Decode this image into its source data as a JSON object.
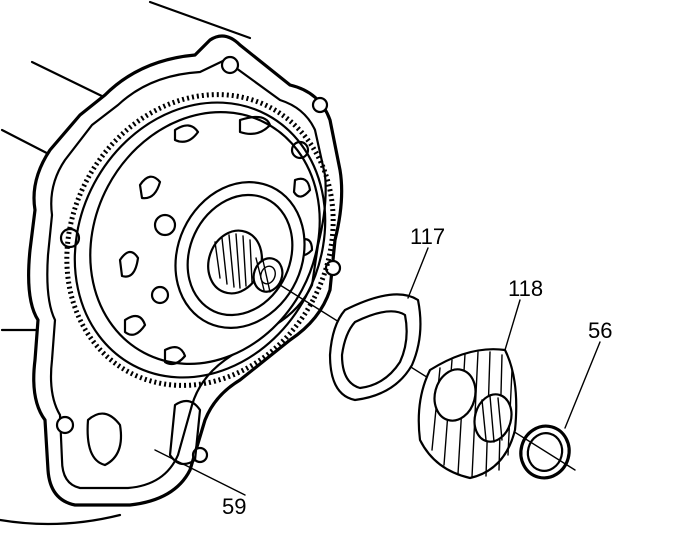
{
  "colors": {
    "ink": "#000000",
    "paper": "#ffffff"
  },
  "callouts": {
    "c117": "117",
    "c118": "118",
    "c56": "56",
    "c59": "59"
  }
}
